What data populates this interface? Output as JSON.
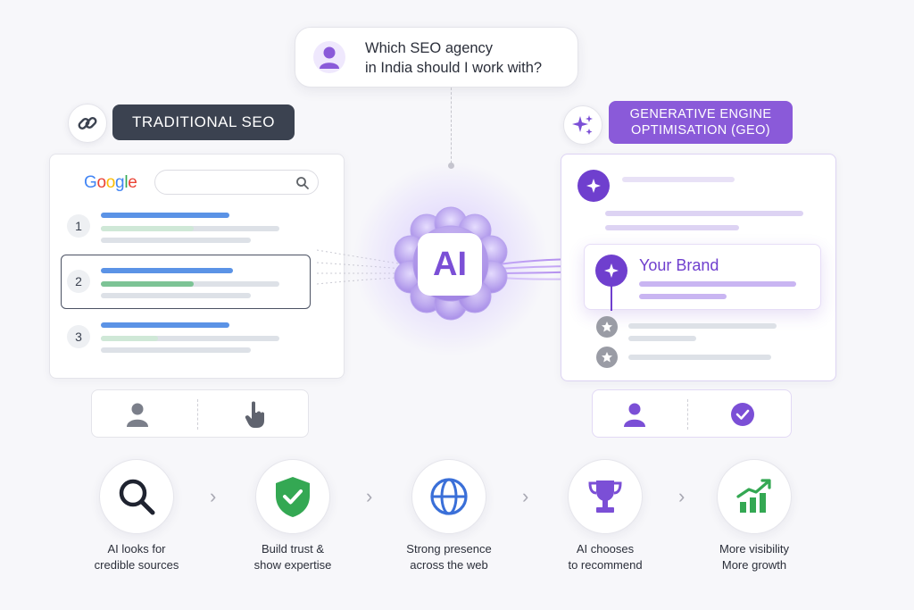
{
  "question": {
    "line1": "Which SEO agency",
    "line2": "in India should I work with?"
  },
  "traditional": {
    "title": "TRADITIONAL SEO",
    "search_engine": "Google",
    "results": [
      {
        "rank": "1"
      },
      {
        "rank": "2"
      },
      {
        "rank": "3"
      }
    ]
  },
  "geo": {
    "title_line1": "GENERATIVE ENGINE",
    "title_line2": "OPTIMISATION (GEO)",
    "brand": "Your Brand"
  },
  "ai_label": "AI",
  "steps": [
    {
      "line1": "AI looks for",
      "line2": "credible sources",
      "icon": "magnifier-icon"
    },
    {
      "line1": "Build trust &",
      "line2": "show expertise",
      "icon": "shield-check-icon"
    },
    {
      "line1": "Strong presence",
      "line2": "across the web",
      "icon": "globe-icon"
    },
    {
      "line1": "AI chooses",
      "line2": "to recommend",
      "icon": "trophy-icon"
    },
    {
      "line1": "More visibility",
      "line2": "More growth",
      "icon": "growth-chart-icon"
    }
  ],
  "colors": {
    "purple": "#7b4fd6",
    "dark_pill": "#3b4250",
    "blue_bar": "#5b93e6",
    "green_bar": "#7cc395",
    "green": "#34a853"
  }
}
